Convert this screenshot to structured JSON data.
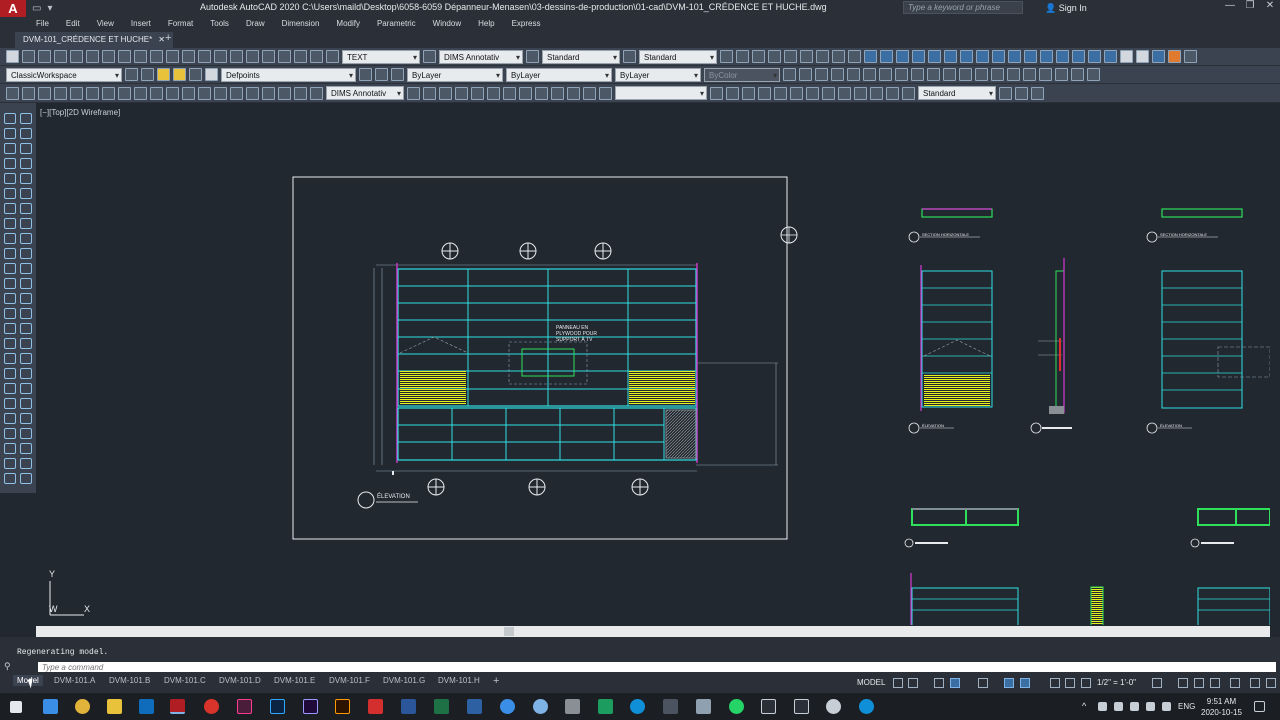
{
  "app": {
    "logo": "A",
    "window_title": "Autodesk AutoCAD 2020    C:\\Users\\maild\\Desktop\\6058-6059 Dépanneur-Menasen\\03-dessins-de-production\\01-cad\\DVM-101_CRÉDENCE ET HUCHE.dwg",
    "search_placeholder": "Type a keyword or phrase",
    "sign_in": "Sign In",
    "window_controls": [
      "—",
      "❐",
      "✕"
    ]
  },
  "menu": [
    "File",
    "Edit",
    "View",
    "Insert",
    "Format",
    "Tools",
    "Draw",
    "Dimension",
    "Modify",
    "Parametric",
    "Window",
    "Help",
    "Express"
  ],
  "file_tab": {
    "label": "DVM-101_CRÉDENCE ET HUCHE*",
    "close": "✕"
  },
  "toolbar1": {
    "text_style": "TEXT",
    "dim_style": "DIMS Annotativ",
    "table_style": "Standard",
    "multileader_style": "Standard"
  },
  "toolbar2": {
    "workspace": "ClassicWorkspace",
    "layer": "Defpoints",
    "color": "ByLayer",
    "linetype": "ByLayer",
    "lineweight": "ByLayer",
    "plot_style": "ByColor"
  },
  "toolbar3": {
    "dim_style": "DIMS Annotativ",
    "visual_style": "Standard"
  },
  "viewport_label": "[−][Top][2D Wireframe]",
  "drawing": {
    "elevation_title": "ÉLEVATION",
    "callout_note": [
      "PANNEAU EN",
      "PLYWOOD POUR",
      "SUPPORT À TV"
    ],
    "section_labels": [
      "SECTION HORIZONTALE",
      "SECTION HORIZONTALE",
      "ÉLEVATION",
      "ÉLEVATION"
    ],
    "ucs": {
      "x": "X",
      "y": "Y",
      "w": "W"
    }
  },
  "command": {
    "history": "Regenerating model.",
    "placeholder": "Type a command"
  },
  "layout_tabs": [
    "Model",
    "DVM-101.A",
    "DVM-101.B",
    "DVM-101.C",
    "DVM-101.D",
    "DVM-101.E",
    "DVM-101.F",
    "DVM-101.G",
    "DVM-101.H"
  ],
  "add_layout": "+",
  "status": {
    "space": "MODEL",
    "scale": "1/2\" = 1'-0\""
  },
  "taskbar": {
    "language": "ENG",
    "time": "9:51 AM",
    "date": "2020-10-15"
  },
  "colors": {
    "cyan": "#2ee0e0",
    "magenta": "#d33bd3",
    "yellow": "#e6f01e",
    "green": "#2ee05a",
    "accent": "#b01e23"
  }
}
